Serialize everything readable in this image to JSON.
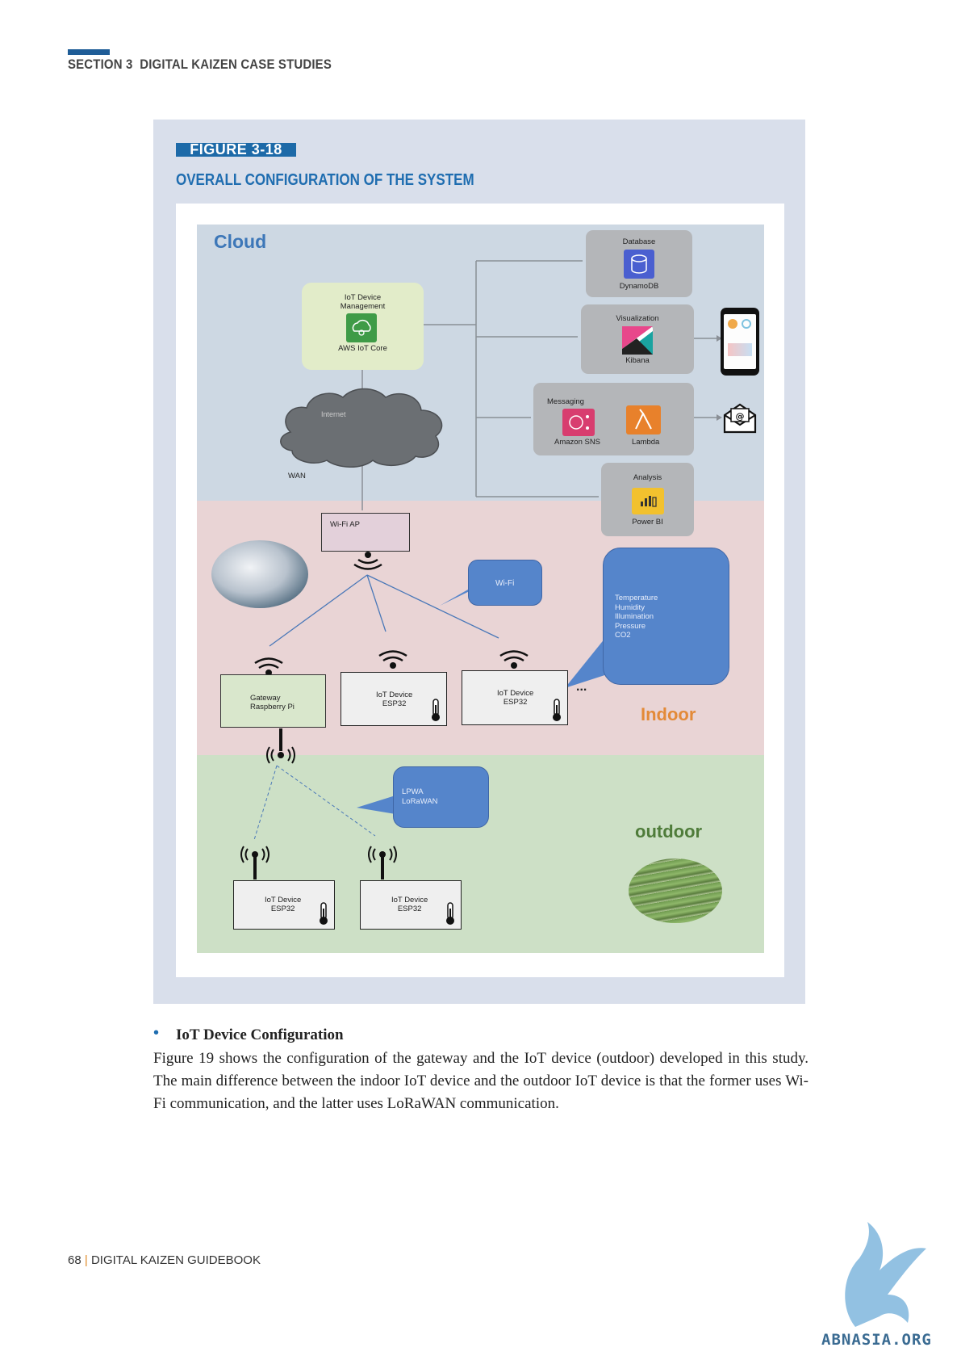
{
  "header": {
    "section": "SECTION 3",
    "section_title": "DIGITAL KAIZEN CASE STUDIES"
  },
  "figure": {
    "tag": "FIGURE 3-18",
    "title": "OVERALL CONFIGURATION OF THE SYSTEM",
    "zones": {
      "cloud": "Cloud",
      "indoor": "Indoor",
      "outdoor": "outdoor"
    },
    "iot_mgmt": {
      "title_line1": "IoT Device",
      "title_line2": "Management",
      "service": "AWS IoT Core"
    },
    "internet": "Internet",
    "wan": "WAN",
    "services": {
      "database": {
        "title": "Database",
        "name": "DynamoDB"
      },
      "visualization": {
        "title": "Visualization",
        "name": "Kibana"
      },
      "messaging": {
        "title": "Messaging",
        "name1": "Amazon SNS",
        "name2": "Lambda"
      },
      "analysis": {
        "title": "Analysis",
        "name": "Power BI"
      }
    },
    "wifi_ap": "Wi-Fi AP",
    "wifi_bubble": "Wi-Fi",
    "sensor_bubble": [
      "Temperature",
      "Humidity",
      "Illumination",
      "Pressure",
      "CO2"
    ],
    "gateway": {
      "line1": "Gateway",
      "line2": "Raspberry Pi"
    },
    "device": {
      "line1": "IoT Device",
      "line2": "ESP32"
    },
    "ellipsis": "...",
    "lpwa_bubble": {
      "line1": "LPWA",
      "line2": "LoRaWAN"
    },
    "colors": {
      "cloud": "#cdd8e3",
      "indoor": "#e9d4d5",
      "outdoor": "#cde0c6",
      "bubble": "#5585cb",
      "accent": "#1d6aa8"
    }
  },
  "section": {
    "heading": "IoT Device Configuration",
    "paragraph": "Figure 19 shows the configuration of the gateway and the IoT device (outdoor) developed in this study. The main difference between the indoor IoT device and the outdoor IoT device is that the former uses Wi-Fi communication, and the latter uses LoRaWAN communication."
  },
  "footer": {
    "page": "68",
    "title": "DIGITAL KAIZEN GUIDEBOOK"
  },
  "watermark": "ABNASIA.ORG"
}
